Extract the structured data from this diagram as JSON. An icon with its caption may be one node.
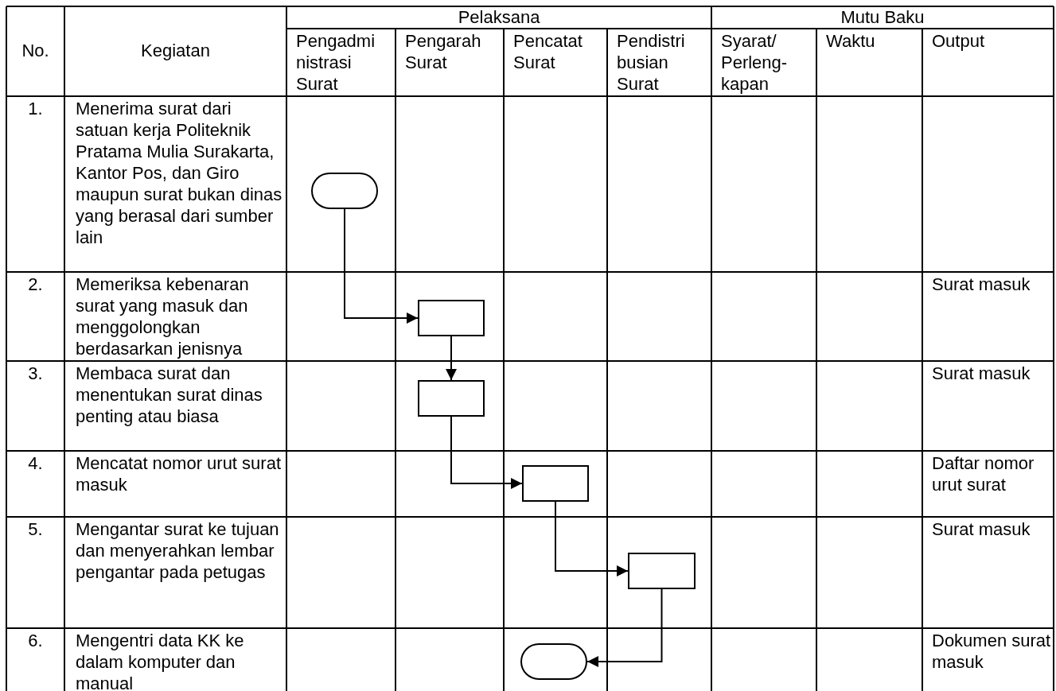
{
  "diagram": {
    "nodes": [
      {
        "text": [],
        "shape": "oval"
      },
      {
        "text": [],
        "shape": "box"
      },
      {
        "text": [],
        "shape": "box"
      },
      {
        "text": [],
        "shape": "box"
      },
      {
        "text": [],
        "shape": "box"
      },
      {
        "text": [],
        "shape": "oval"
      }
    ],
    "edges": [
      {
        "from": 0,
        "to": 1,
        "arrow": "to"
      },
      {
        "from": 1,
        "to": 2,
        "arrow": "to"
      },
      {
        "from": 2,
        "to": 3,
        "arrow": "to"
      },
      {
        "from": 3,
        "to": 4,
        "arrow": "to"
      },
      {
        "from": 4,
        "to": 5,
        "arrow": "to"
      }
    ],
    "labels": [
      "No.",
      "Kegiatan",
      "Pelaksana",
      "Mutu Baku",
      "Pengadmi nistrasi Surat",
      "Pengarah Surat",
      "Pencatat Surat",
      "Pendistri busian Surat",
      "Syarat/ Perleng- kapan",
      "Waktu",
      "Output",
      "1.",
      "Menerima surat dari satuan kerja Politeknik Pratama Mulia Surakarta, Kantor Pos, dan Giro maupun surat bukan dinas yang berasal dari sumber lain",
      "2.",
      "Memeriksa kebenaran surat yang masuk dan menggolongkan berdasarkan jenisnya",
      "Surat masuk",
      "3.",
      "Membaca surat dan menentukan surat dinas penting atau biasa",
      "Surat masuk",
      "4.",
      "Mencatat nomor urut surat masuk",
      "Daftar nomor urut surat",
      "5.",
      "Mengantar surat ke tujuan dan menyerahkan lembar pengantar pada petugas",
      "Surat masuk",
      "6.",
      "Mengentri data KK ke dalam komputer dan manual",
      "Dokumen surat masuk"
    ]
  }
}
